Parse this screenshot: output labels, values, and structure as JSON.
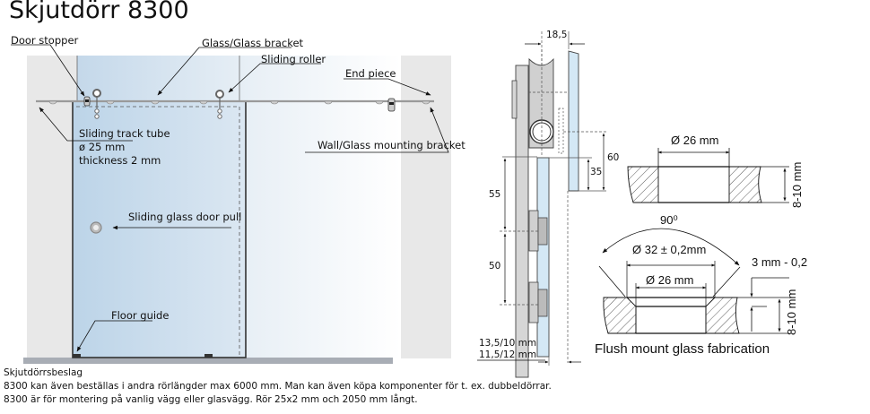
{
  "title": "Skjutdörr 8300",
  "callouts": {
    "door_stopper": "Door stopper",
    "glass_glass_bracket": "Glass/Glass bracket",
    "sliding_roller": "Sliding roller",
    "end_piece": "End piece",
    "sliding_track_tube": "Sliding track tube",
    "tube_diameter": "ø 25 mm",
    "tube_thickness": "thickness 2 mm",
    "wall_glass_mounting_bracket": "Wall/Glass mounting bracket",
    "sliding_glass_door_pull": "Sliding glass door pull",
    "floor_guide": "Floor guide"
  },
  "section_dims": {
    "top_width": "18,5",
    "d60": "60",
    "d35": "35",
    "d55": "55",
    "d50": "50",
    "bottom_1": "13,5/10 mm",
    "bottom_2": "11,5/12 mm"
  },
  "fabrication": {
    "top_diameter": "Ø 26 mm",
    "top_thickness": "8-10 mm",
    "angle": "90⁰",
    "countersink_diameter": "Ø 32 ± 0,2mm",
    "hole_diameter": "Ø 26 mm",
    "countersink_depth": "3 mm - 0,2",
    "thickness": "8-10 mm",
    "caption": "Flush mount glass fabrication"
  },
  "notes": {
    "heading": "Skjutdörrsbeslag",
    "line1": "8300 kan även beställas i andra rörlängder max 6000 mm. Man kan även köpa komponenter för t. ex. dubbeldörrar.",
    "line2": "8300 är för montering på vanlig vägg eller glasvägg. Rör 25x2 mm och 2050 mm långt."
  },
  "colors": {
    "wall": "#e6e6e6",
    "floor": "#a8adb5",
    "glass": "#c9dcec",
    "track": "#9a9a9a",
    "glass_section": "#d4e8f5",
    "metal": "#d6d6d6"
  }
}
